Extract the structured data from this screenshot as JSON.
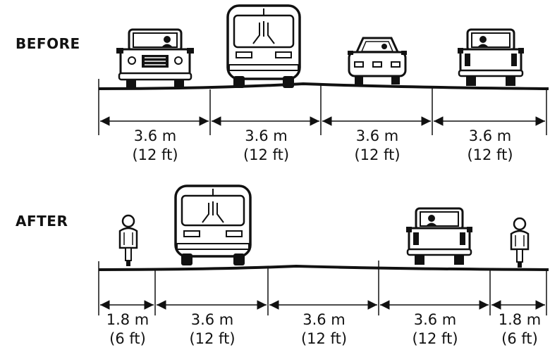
{
  "before": {
    "label": "BEFORE",
    "lanes": [
      {
        "width": "3.6 m",
        "imperial": "(12 ft)",
        "vehicle": "car-icon"
      },
      {
        "width": "3.6 m",
        "imperial": "(12 ft)",
        "vehicle": "bus-icon"
      },
      {
        "width": "3.6 m",
        "imperial": "(12 ft)",
        "vehicle": "car-icon"
      },
      {
        "width": "3.6 m",
        "imperial": "(12 ft)",
        "vehicle": "car-icon"
      }
    ]
  },
  "after": {
    "label": "AFTER",
    "lanes": [
      {
        "width": "1.8 m",
        "imperial": "(6 ft)",
        "vehicle": "cyclist-icon"
      },
      {
        "width": "3.6 m",
        "imperial": "(12 ft)",
        "vehicle": "bus-icon"
      },
      {
        "width": "3.6 m",
        "imperial": "(12 ft)",
        "vehicle": ""
      },
      {
        "width": "3.6 m",
        "imperial": "(12 ft)",
        "vehicle": "car-icon"
      },
      {
        "width": "1.8 m",
        "imperial": "(6 ft)",
        "vehicle": "cyclist-icon"
      }
    ]
  }
}
